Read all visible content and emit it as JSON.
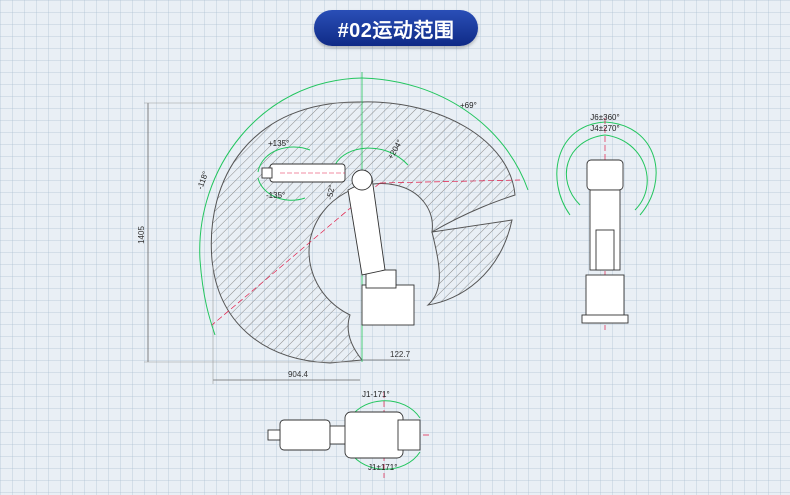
{
  "title": "#02运动范围",
  "side_view": {
    "dimensions": {
      "height": "1405",
      "reach": "904.4",
      "offset": "122.7"
    },
    "angles": {
      "j2_upper": "+69°",
      "j2_lower": "-118°",
      "j3": "+204°",
      "j5_pos": "+135°",
      "j5_neg": "-135°",
      "j3_neg": "-52°"
    }
  },
  "front_view": {
    "j6": "J6±360°",
    "j4": "J4±270°"
  },
  "top_view": {
    "j1_top": "J1-171°",
    "j1_bottom": "J1±171°"
  },
  "colors": {
    "title_bg": "#1a3a9c",
    "range_line": "#22c55e",
    "axis_line": "#e11d48",
    "hatch": "#888888"
  }
}
